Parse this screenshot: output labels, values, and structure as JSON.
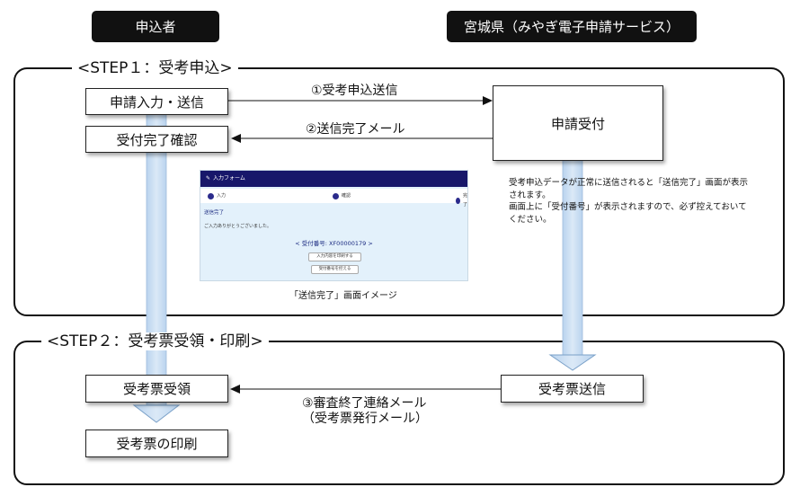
{
  "headers": {
    "applicant": "申込者",
    "prefecture": "宮城県（みやぎ電子申請サービス）"
  },
  "step1": {
    "title": "<STEP１：受考申込>",
    "input_send": "申請入力・送信",
    "accept_confirm": "受付完了確認",
    "accept": "申請受付",
    "arrow_send": "①受考申込送信",
    "arrow_mail": "②送信完了メール",
    "note": [
      "受考申込データが正常に送信されると「送信完了」画面が表示",
      "されます。",
      "画面上に「受付番号」が表示されますので、必ず控えておいて",
      "ください。"
    ],
    "mock": {
      "app_title": "入力フォーム",
      "steps": [
        "入力",
        "確認",
        "完了"
      ],
      "status": "送信完了",
      "thanks": "ご入力ありがとうございました。",
      "receipt": "< 受付番号: XF00000179 >",
      "btn_print": "入力内容を印刷する",
      "btn_copy": "受付番号を控える"
    },
    "caption": "「送信完了」画面イメージ"
  },
  "step2": {
    "title": "<STEP２：受考票受領・印刷>",
    "receive": "受考票受領",
    "send": "受考票送信",
    "print": "受考票の印刷",
    "arrow_line1": "③審査終了連絡メール",
    "arrow_line2": "（受考票発行メール）"
  },
  "colors": {
    "header_bg": "#111111",
    "flow_fill": "#c5dcf1",
    "flow_stroke": "#7aa0c8"
  }
}
